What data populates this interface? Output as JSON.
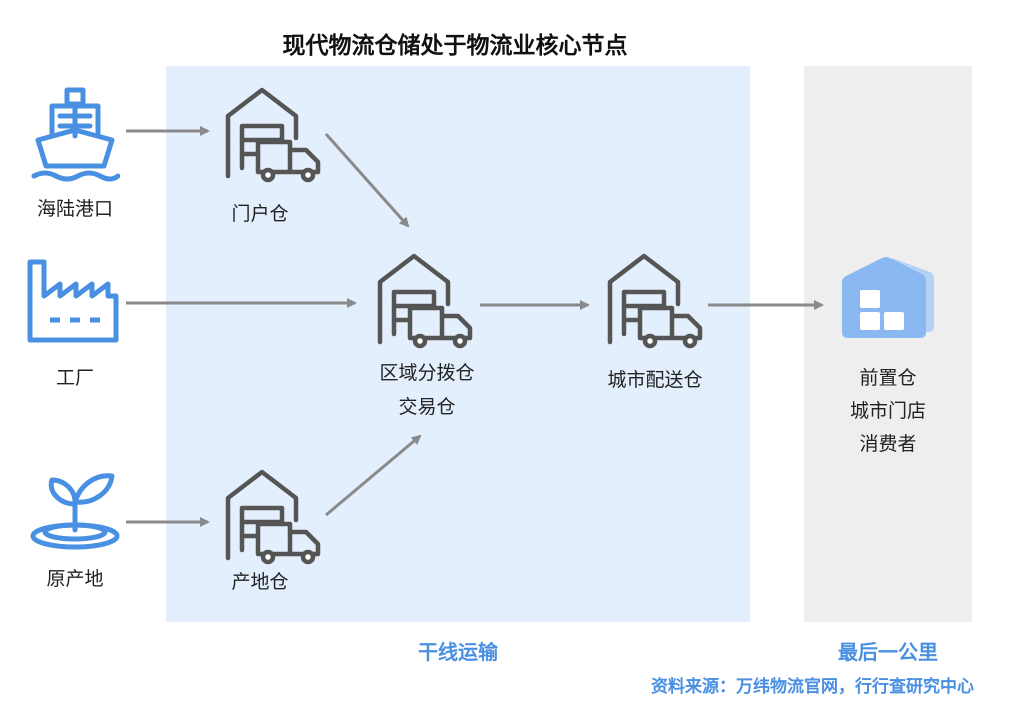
{
  "title": "现代物流仓储处于物流业核心节点",
  "sources": {
    "port": "海陆港口",
    "factory": "工厂",
    "origin": "原产地"
  },
  "warehouses": {
    "gateway": "门户仓",
    "origin_wh": "产地仓",
    "regional_line1": "区域分拨仓",
    "regional_line2": "交易仓",
    "city": "城市配送仓"
  },
  "endpoint": {
    "line1": "前置仓",
    "line2": "城市门店",
    "line3": "消费者"
  },
  "zones": {
    "trunk": "干线运输",
    "last_mile": "最后一公里"
  },
  "source_note": "资料来源：万纬物流官网，行行查研究中心",
  "colors": {
    "icon_blue": "#4a90e2",
    "icon_gray": "#555555",
    "arrow_gray": "#8a8a8a",
    "trunk_bg": "#e4effd",
    "last_bg": "#eeeeee",
    "store_blue": "#8ab9f1"
  },
  "icons": {
    "port": "ship-icon",
    "factory": "factory-icon",
    "origin": "sprout-icon",
    "warehouse": "warehouse-truck-icon",
    "endpoint": "store-icon"
  }
}
